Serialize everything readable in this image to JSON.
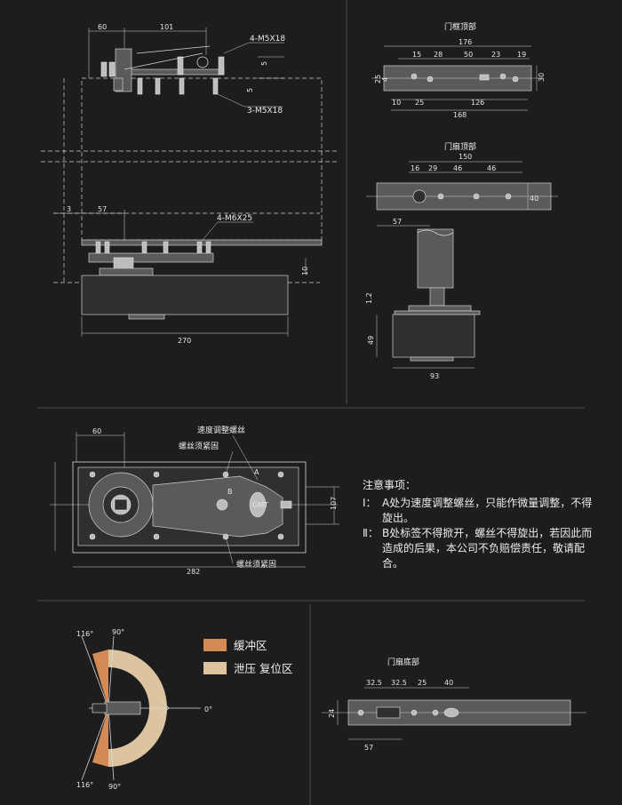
{
  "section_top_right_1": {
    "title": "门框顶部",
    "dims": {
      "a": "176",
      "b": "15",
      "c": "28",
      "d": "50",
      "e": "23",
      "f": "19",
      "g": "25",
      "h": "4",
      "i": "30",
      "j": "10",
      "k": "25",
      "l": "126",
      "m": "168"
    }
  },
  "section_top_right_2": {
    "title": "门扇顶部",
    "dims": {
      "a": "150",
      "b": "16",
      "c": "29",
      "d": "46",
      "e": "46",
      "f": "40",
      "g": "57"
    }
  },
  "section_front": {
    "dims": {
      "a": "60",
      "b": "101",
      "c": "5",
      "d": "5",
      "e": "3",
      "f": "57",
      "g": "10",
      "h": "270",
      "i": "1.2",
      "j": "49",
      "k": "93"
    },
    "labels": {
      "m5_top": "4-M5X18",
      "m5_bottom": "3-M5X18",
      "m6": "4-M6X25"
    }
  },
  "section_plan": {
    "dims": {
      "a": "60",
      "b": "282",
      "c": "107"
    },
    "labels": {
      "speed": "速度调整螺丝",
      "screw_top": "螺丝须紧固",
      "screw_bottom": "螺丝须紧固",
      "mark_a": "A",
      "mark_b": "B",
      "brand": "GMT"
    }
  },
  "notes": {
    "title": "注意事项：",
    "items": [
      {
        "num": "Ⅰ：",
        "text": "A处为速度调整螺丝，只能作微量调整，不得旋出。"
      },
      {
        "num": "Ⅱ：",
        "text": "B处标签不得掀开，螺丝不得旋出，若因此而造成的后果，本公司不负赔偿责任，敬请配合。"
      }
    ]
  },
  "angles": {
    "a116_top": "116°",
    "a90_top": "90°",
    "a0": "0°",
    "a116_bottom": "116°",
    "a90_bottom": "90°"
  },
  "legend": [
    {
      "label": "缓冲区",
      "color": "#d48a55"
    },
    {
      "label": "泄压 复位区",
      "color": "#dcc4a0"
    }
  ],
  "section_bottom": {
    "title": "门扇底部",
    "dims": {
      "a": "32.5",
      "b": "32.5",
      "c": "25",
      "d": "40",
      "e": "24",
      "f": "57"
    }
  }
}
